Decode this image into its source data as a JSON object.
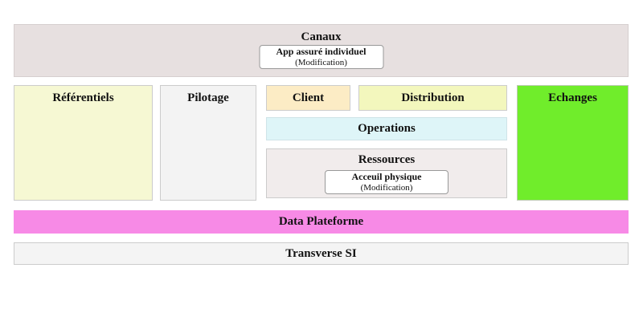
{
  "colors": {
    "canaux_bg": "#e7e0e0",
    "referentiels_bg": "#f6f8d3",
    "pilotage_bg": "#f3f3f3",
    "client_bg": "#fcecc5",
    "distribution_bg": "#f3f7bd",
    "operations_bg": "#def5f8",
    "ressources_bg": "#f1ecec",
    "echanges_bg": "#70ed2b",
    "data_plateforme_bg": "#f78ae6",
    "transverse_bg": "#f4f4f4",
    "border": "#cccccc",
    "card_border": "#999999",
    "text": "#111111"
  },
  "layers": {
    "canaux": {
      "title": "Canaux",
      "card_title": "App assuré individuel",
      "card_subtitle": "(Modification)"
    },
    "referentiels": {
      "title": "Référentiels"
    },
    "pilotage": {
      "title": "Pilotage"
    },
    "client": {
      "title": "Client"
    },
    "distribution": {
      "title": "Distribution"
    },
    "operations": {
      "title": "Operations"
    },
    "ressources": {
      "title": "Ressources",
      "card_title": "Acceuil physique",
      "card_subtitle": "(Modification)"
    },
    "echanges": {
      "title": "Echanges"
    },
    "data_plateforme": {
      "title": "Data Plateforme"
    },
    "transverse_si": {
      "title": "Transverse SI"
    }
  }
}
